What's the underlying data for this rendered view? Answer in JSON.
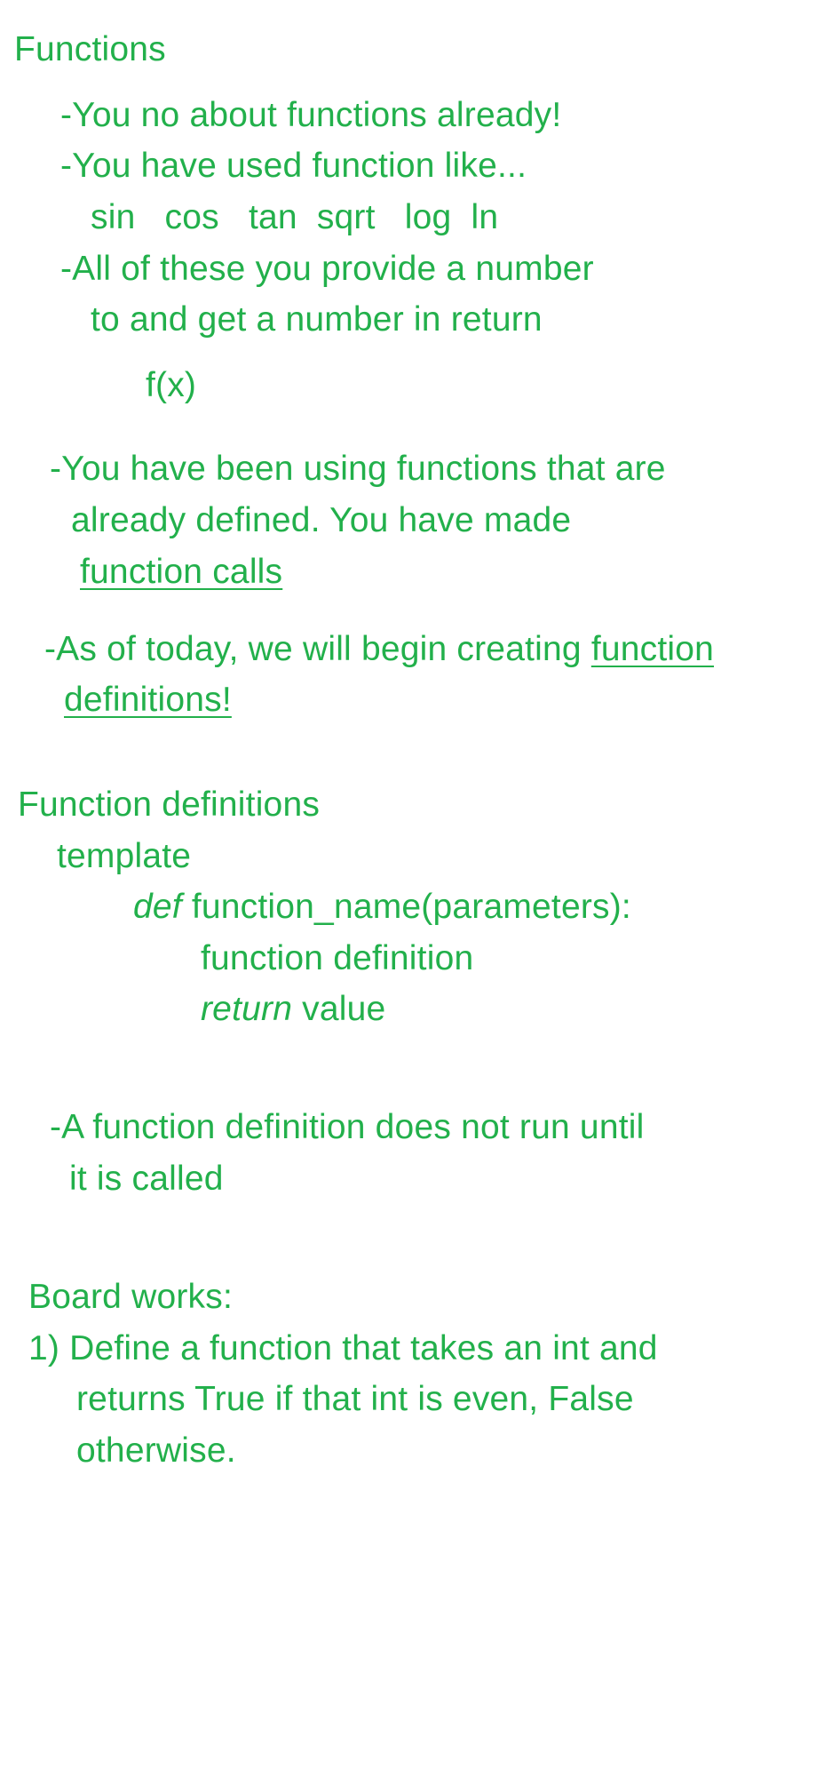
{
  "section1": {
    "heading": "Functions",
    "line1": "-You no about functions already!",
    "line2": "-You have used function like...",
    "funcs": "sin   cos   tan  sqrt   log  ln",
    "line3": "-All of these you provide a number",
    "line4": "to and get a number in return",
    "fx": "f(x)",
    "line5": "-You have been using functions that are",
    "line6": "already defined. You have made",
    "line7": "function calls",
    "line8_prefix": "-As of today, we will begin creating ",
    "line8_underlined": "function",
    "line9": "definitions!"
  },
  "section2": {
    "heading": "Function definitions",
    "template_label": "template",
    "def_kw": "def",
    "def_rest": " function_name(parameters):",
    "body": "function definition",
    "return_kw": "return",
    "return_rest": " value",
    "note1": "-A function definition does not run until",
    "note2": "it is called"
  },
  "section3": {
    "heading": "Board works:",
    "item1_line1": "1) Define a function that takes an int and",
    "item1_line2": "returns True if that int is even, False",
    "item1_line3": "otherwise."
  }
}
